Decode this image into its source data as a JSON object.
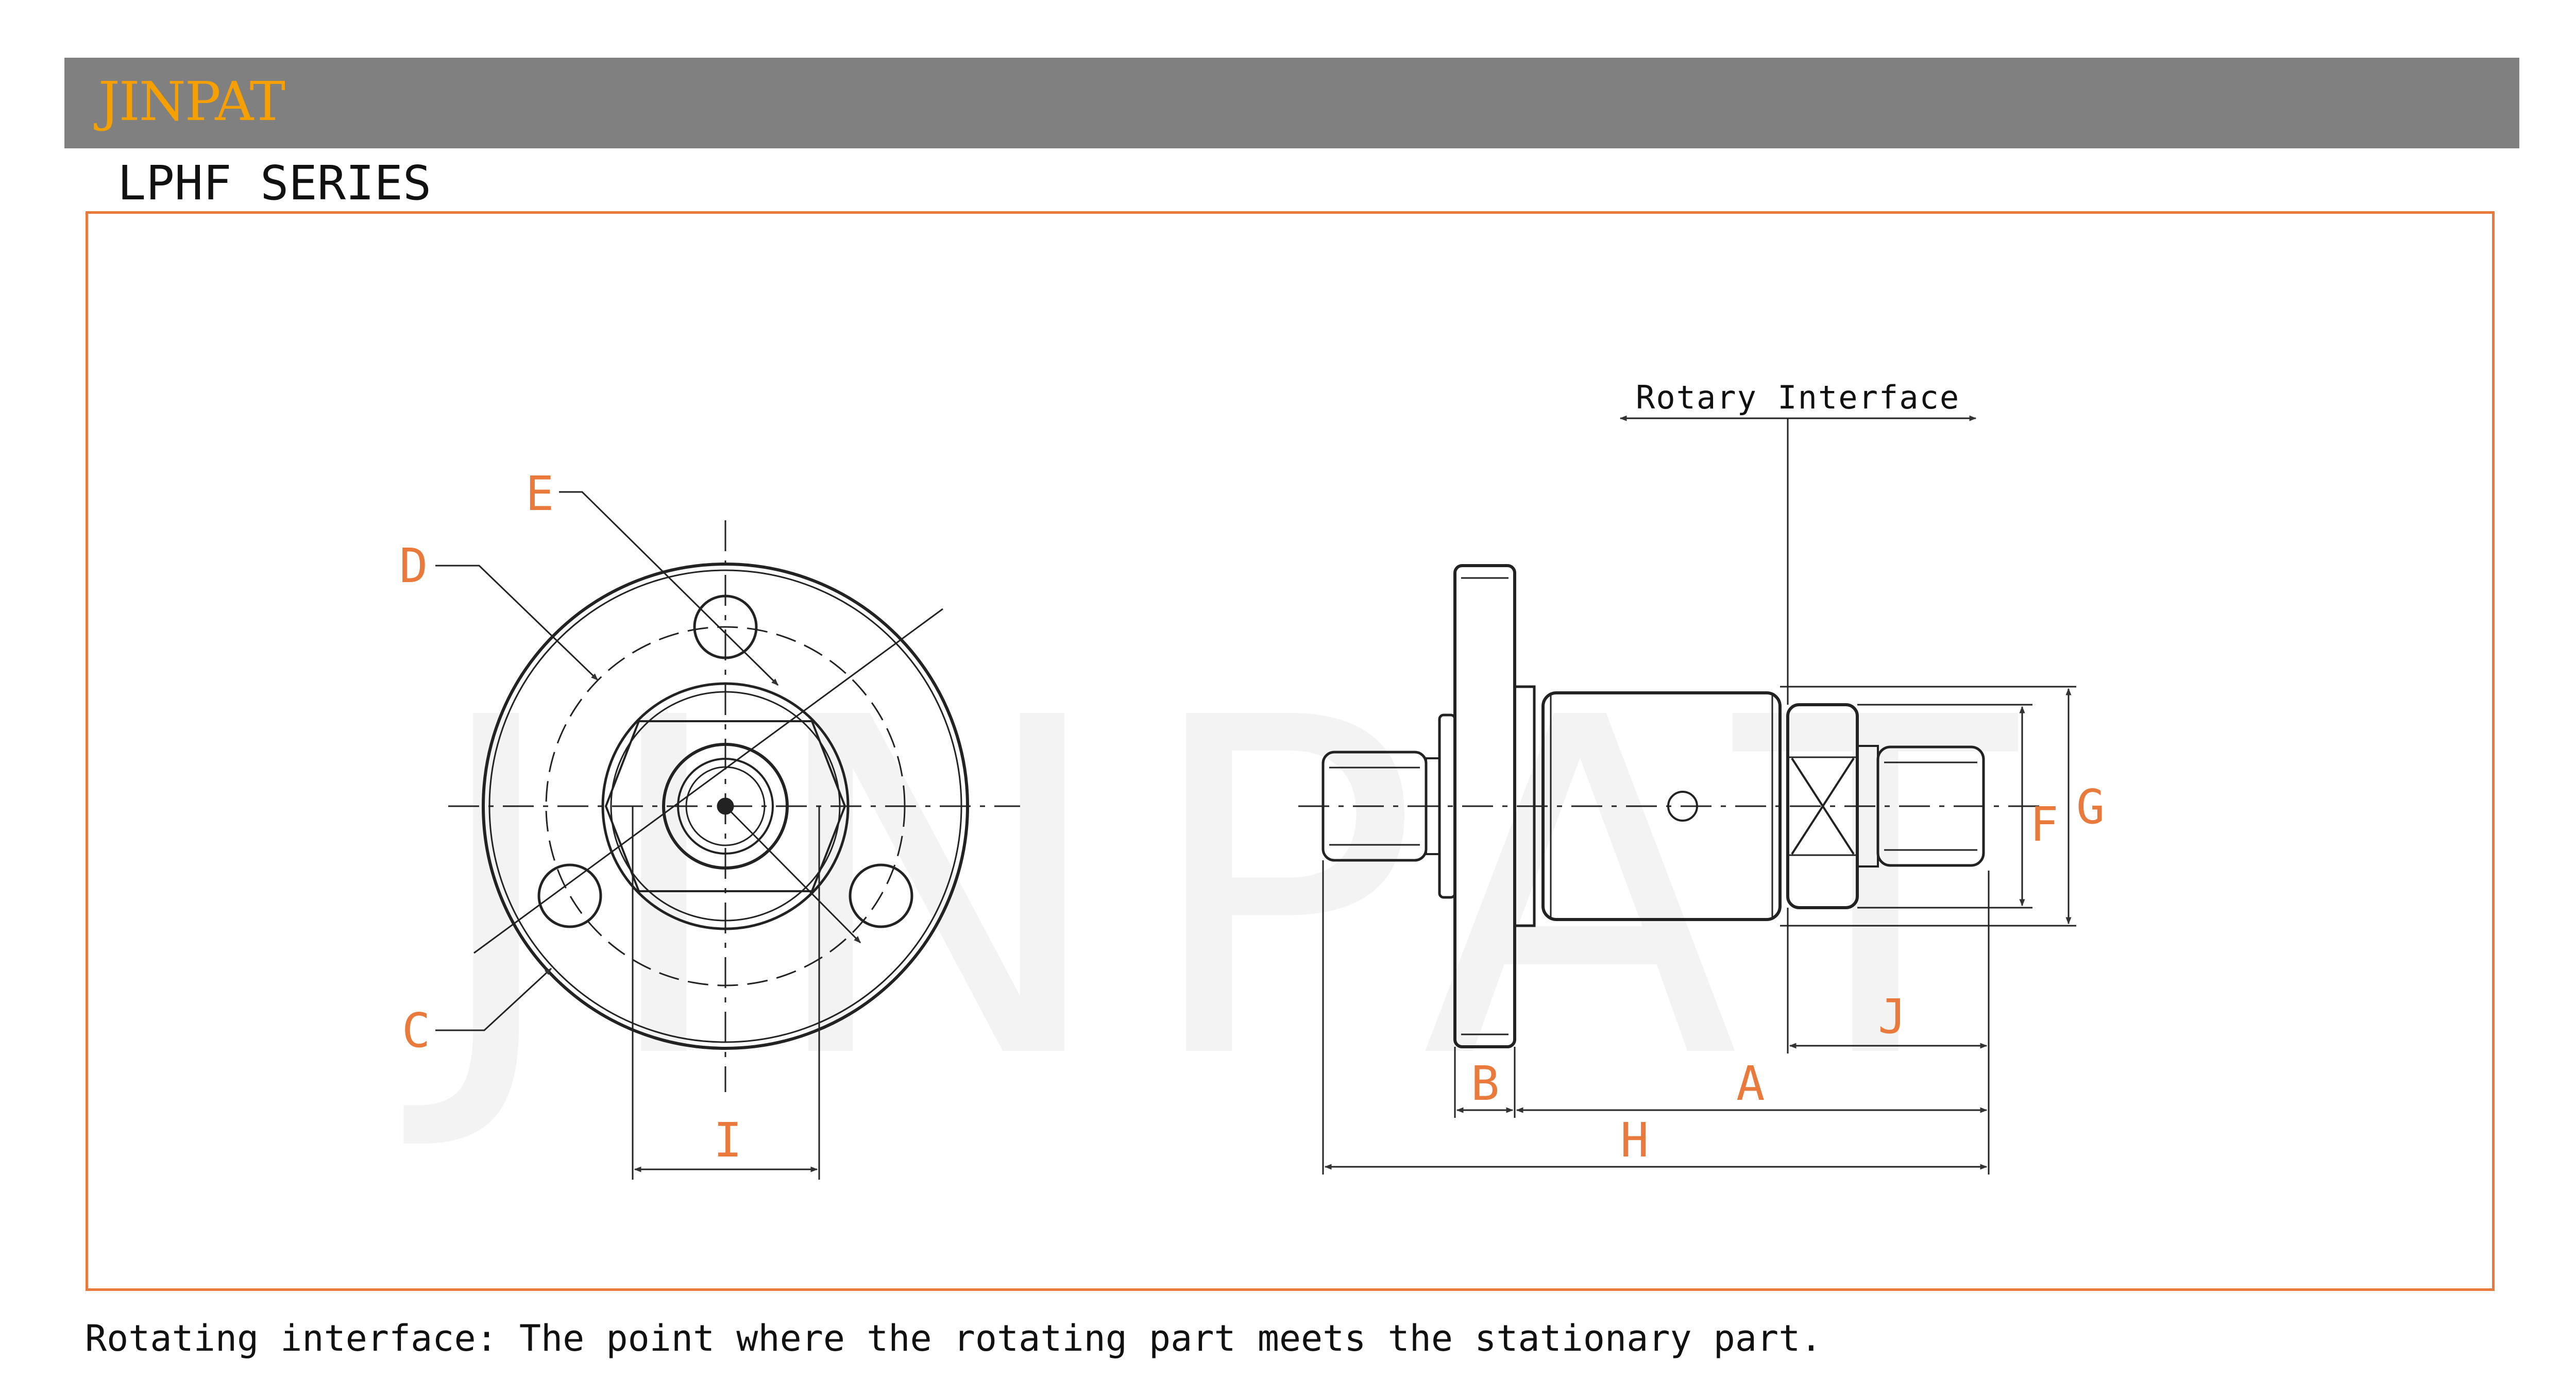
{
  "header": {
    "brand": "JINPAT",
    "brand_color": "#f5a000",
    "bar_color": "#808080"
  },
  "series_title": "LPHF SERIES",
  "frame_color": "#ea7a3c",
  "watermark": "JINPAT",
  "annotations": {
    "rotary_interface": "Rotary Interface"
  },
  "dimension_labels": {
    "A": "A",
    "B": "B",
    "C": "C",
    "D": "D",
    "E": "E",
    "F": "F",
    "G": "G",
    "H": "H",
    "I": "I",
    "J": "J"
  },
  "footnote": "Rotating interface: The point where the rotating part meets the stationary part."
}
